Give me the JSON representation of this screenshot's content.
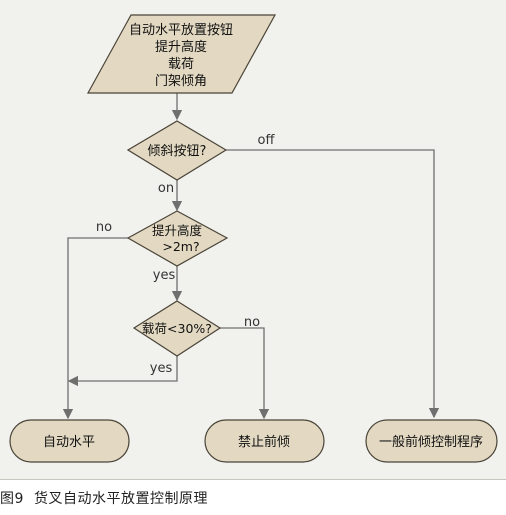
{
  "diagram": {
    "start": {
      "line1": "自动水平放置按钮",
      "line2": "提升高度",
      "line3": "载荷",
      "line4": "门架倾角"
    },
    "decision_tilt": {
      "label": "倾斜按钮?",
      "yes": "on",
      "no": "off"
    },
    "decision_height": {
      "line1": "提升高度",
      "line2": ">2m?",
      "yes": "yes",
      "no": "no"
    },
    "decision_load": {
      "label": "载荷<30%?",
      "yes": "yes",
      "no": "no"
    },
    "end_auto": "自动水平",
    "end_forbid": "禁止前倾",
    "end_general": "一般前倾控制程序"
  },
  "caption": {
    "label": "图9",
    "title": "货叉自动水平放置控制原理"
  },
  "colors": {
    "node_fill": "#e3d9c2",
    "node_stroke": "#4a4438",
    "arrow": "#6f6f6f",
    "panel": "#f1f1ee"
  }
}
